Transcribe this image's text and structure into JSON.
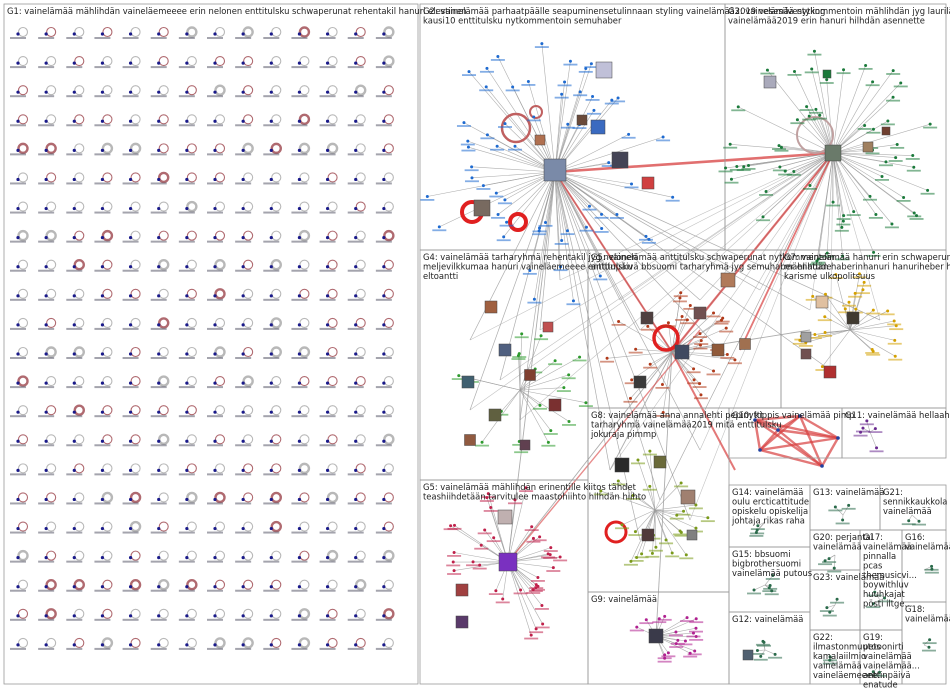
{
  "groups": [
    {
      "id": "G1",
      "title_lines": [
        "G1: vainelämää mählihdän vaineläemeeee erin nelonen enttitulsku schwaperunat rehentakil hanuri elestinen"
      ]
    },
    {
      "id": "G2",
      "title_lines": [
        "G2: vainelämää parhaatpäälle seapuminensetulinnaan styling vainelämää2019 vesesilvestyling",
        "kausi10 enttitulsku nytkommentoin semuhaber"
      ]
    },
    {
      "id": "G3",
      "title_lines": [
        "G3: vainelämää nytkommentoin mählihdän jyg laurilähkö",
        "vainelämää2019 erin hanuri hilhdän asennette"
      ]
    },
    {
      "id": "G4",
      "title_lines": [
        "G4: vainelämää tarharyhmä rehentakil jyg nelonen",
        "meljevilkkumaa hanuri vaineläemeeee enttitulsku",
        "eltoantti"
      ]
    },
    {
      "id": "G5",
      "title_lines": [
        "G5: vainelämää anttitulsku schwaperunat nytkommentoin",
        "anttinpäivä bbsuomi tarharyhmä jyg semuhaber enatude"
      ]
    },
    {
      "id": "G6",
      "title_lines": [
        "G5: vainelämää mählihdän erinentille kiitos tähdet",
        "teashiihdetään tarvitulee maastohiihto hilhdän hiihto"
      ]
    },
    {
      "id": "G7",
      "title_lines": [
        "G7: vainelämää hanuri erin schwaperunat",
        "mählihdän haberinhanuri hanuriheber hanuri",
        "karisme ulkopolitsuus"
      ]
    },
    {
      "id": "G8",
      "title_lines": [
        "G8: vainelämää anna annalehti pepinyttt",
        "tarharyhmä vainelämää2019 mitä enttitulsku",
        "jokuraja pimmp"
      ]
    },
    {
      "id": "G9",
      "title_lines": [
        "G9: vainelämää"
      ]
    },
    {
      "id": "G10",
      "title_lines": [
        "G10: kippis vainelämää pimp"
      ]
    },
    {
      "id": "G11",
      "title_lines": [
        "G11: vainelämää hellaaho"
      ]
    },
    {
      "id": "G12",
      "title_lines": [
        "G12: vainelämää"
      ]
    },
    {
      "id": "G13",
      "title_lines": [
        "G13: vainelämää"
      ]
    },
    {
      "id": "G14",
      "title_lines": [
        "G14: vainelämää",
        "oulu ercticattitude",
        "opiskelu opiskelija",
        "johtaja rikas raha"
      ]
    },
    {
      "id": "G15",
      "title_lines": [
        "G15: bbsuomi",
        "bigbrothersuomi",
        "vainelämää putous"
      ]
    },
    {
      "id": "G16",
      "title_lines": [
        "G16:",
        "vainelämää"
      ]
    },
    {
      "id": "G17",
      "title_lines": [
        "G17:",
        "vainelämää",
        "pinnalla",
        "pcas",
        "themusicvi...",
        "boywithluv",
        "huuhkajat",
        "pösti iltge..."
      ]
    },
    {
      "id": "G18",
      "title_lines": [
        "G18:",
        "vainelämää"
      ]
    },
    {
      "id": "G19",
      "title_lines": [
        "G19:",
        "petoonirti",
        "vainelämää",
        "vainelämää...",
        "anttinpäivä",
        "enatude",
        "anttionpeto",
        "torvikopla",
        "tampere"
      ]
    },
    {
      "id": "G20",
      "title_lines": [
        "G20: perjantai",
        "vainelämää"
      ]
    },
    {
      "id": "G21",
      "title_lines": [
        "G21:",
        "sennikkaukkola",
        "vainelämää"
      ]
    },
    {
      "id": "G22",
      "title_lines": [
        "G22:",
        "ilmastonmuutos",
        "kamalaiilmio",
        "vainelämää",
        "vaineläemeeee..."
      ]
    },
    {
      "id": "G23",
      "title_lines": [
        "G23: vainelämää"
      ]
    }
  ],
  "colors": {
    "g1_node": "#1a1a8a",
    "g2_node": "#1e6ad0",
    "g3_node": "#1b7a3b",
    "g4_node": "#2e9a2e",
    "g5_node": "#b03a1a",
    "g6_node": "#c0204a",
    "g7_node": "#d4a000",
    "g8_node": "#7a9a1a",
    "g9_node": "#b02090",
    "g10_node": "#2040a0",
    "g11_node": "#6a2a90",
    "edge_gray": "#9a9a9a",
    "edge_red": "#d84040",
    "loop_red": "#e02020",
    "box": "#9a9a9a"
  }
}
